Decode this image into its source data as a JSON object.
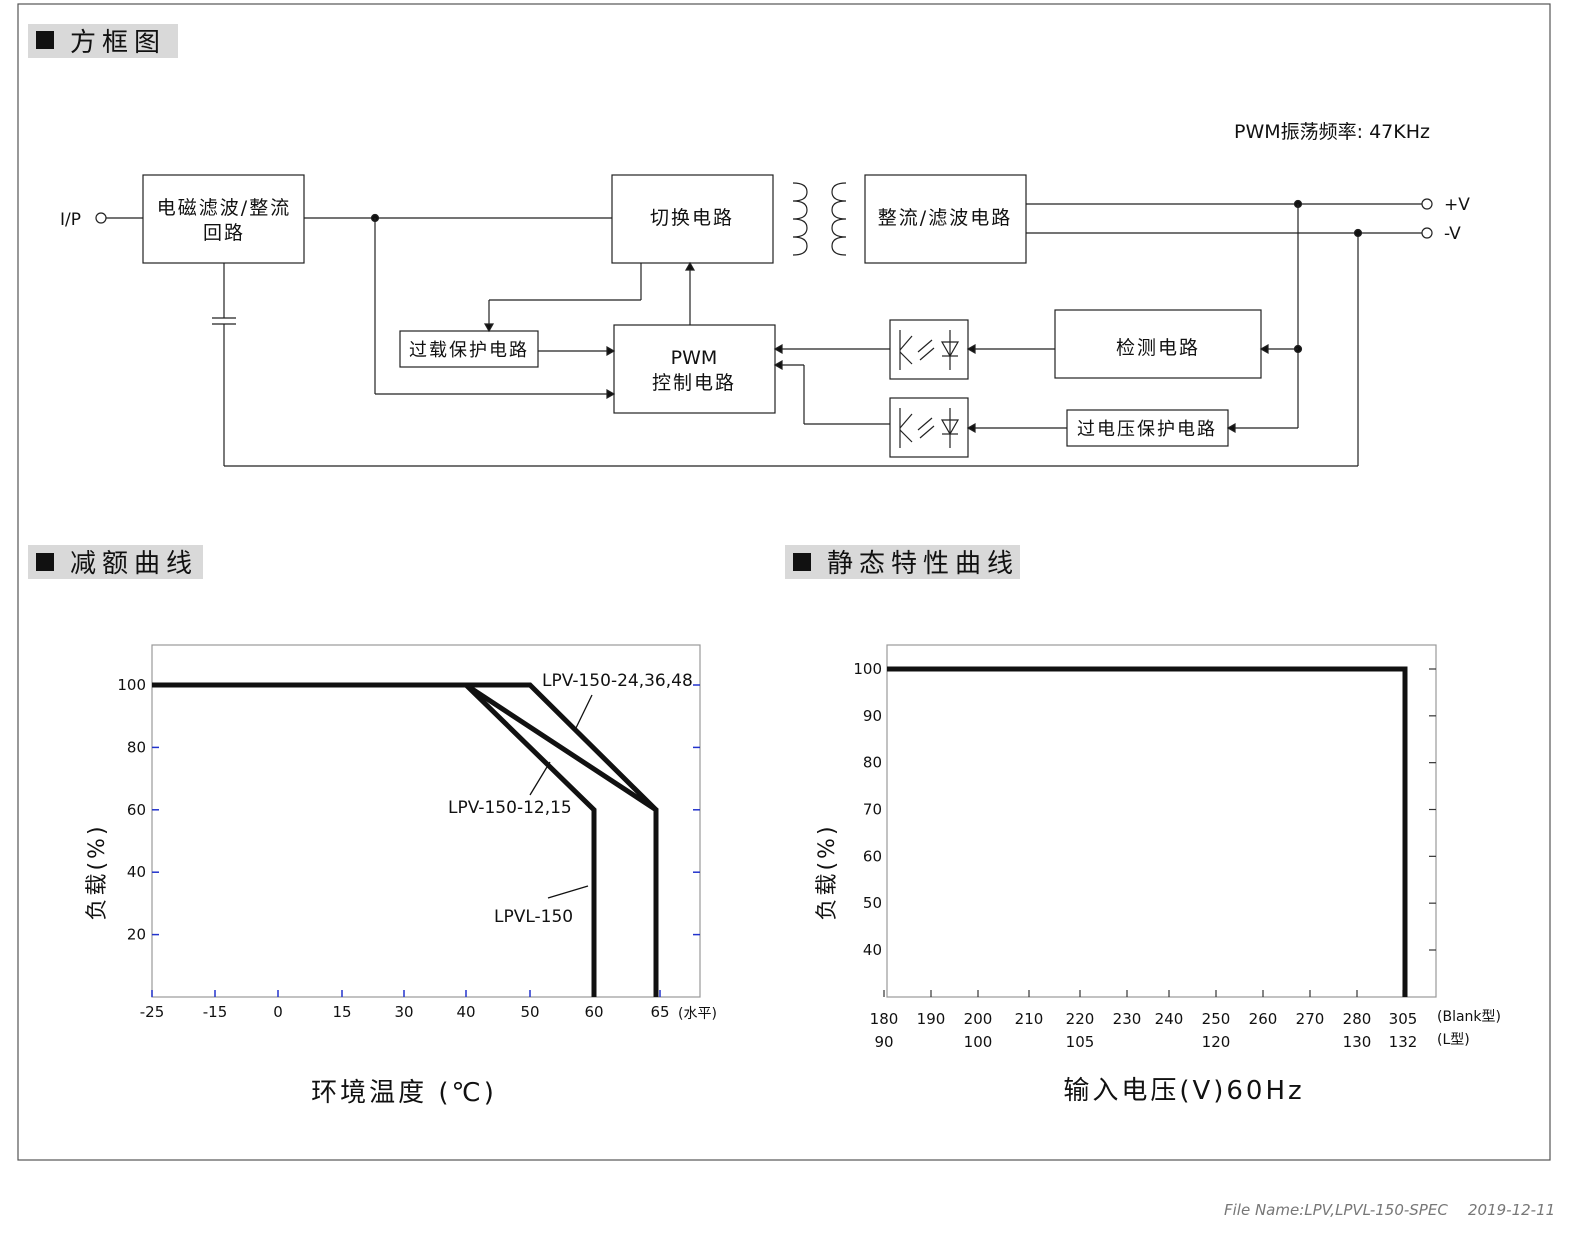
{
  "sections": {
    "block_diagram": "方框图",
    "derating": "减额曲线",
    "static": "静态特性曲线"
  },
  "block": {
    "pwm_freq": "PWM振荡频率: 47KHz",
    "ip": "I/P",
    "emi_line1": "电磁滤波/整流",
    "emi_line2": "回路",
    "switch": "切换电路",
    "rectifier": "整流/滤波电路",
    "overload": "过载保护电路",
    "pwm_line1": "PWM",
    "pwm_line2": "控制电路",
    "detect": "检测电路",
    "ovp": "过电压保护电路",
    "vplus": "+V",
    "vminus": "-V"
  },
  "chart_data": [
    {
      "type": "line",
      "title": "",
      "xlabel": "环境温度 (℃)",
      "ylabel": "负载(%)",
      "x_suffix": "(水平)",
      "x_ticks": [
        -25,
        -15,
        0,
        15,
        30,
        40,
        50,
        60,
        65
      ],
      "y_ticks": [
        20,
        40,
        60,
        80,
        100
      ],
      "series": [
        {
          "name": "LPV-150-24,36,48",
          "points": [
            [
              -25,
              100
            ],
            [
              50,
              100
            ],
            [
              70,
              60
            ],
            [
              70,
              0
            ]
          ]
        },
        {
          "name": "LPV-150-12,15",
          "points": [
            [
              -25,
              100
            ],
            [
              40,
              100
            ],
            [
              70,
              60
            ],
            [
              70,
              0
            ]
          ]
        },
        {
          "name": "LPVL-150",
          "points": [
            [
              -25,
              100
            ],
            [
              40,
              100
            ],
            [
              60,
              60
            ],
            [
              60,
              0
            ]
          ]
        }
      ],
      "grid": false
    },
    {
      "type": "line",
      "title": "",
      "xlabel": "输入电压(V)60Hz",
      "ylabel": "负载(%)",
      "x_ticks_top": [
        "180",
        "190",
        "200",
        "210",
        "220",
        "230",
        "240",
        "250",
        "260",
        "270",
        "280",
        "305"
      ],
      "x_ticks_bottom": [
        "90",
        "",
        "100",
        "",
        "105",
        "",
        "",
        "120",
        "",
        "",
        "130",
        "132"
      ],
      "x_row_labels": [
        "(Blank型)",
        "(L型)"
      ],
      "y_ticks": [
        40,
        50,
        60,
        70,
        80,
        90,
        100
      ],
      "series": [
        {
          "name": "",
          "points": [
            [
              180,
              100
            ],
            [
              305,
              100
            ],
            [
              305,
              35
            ]
          ]
        }
      ],
      "grid": false
    }
  ],
  "footer": {
    "file": "File Name:LPV,LPVL-150-SPEC",
    "date": "2019-12-11"
  }
}
